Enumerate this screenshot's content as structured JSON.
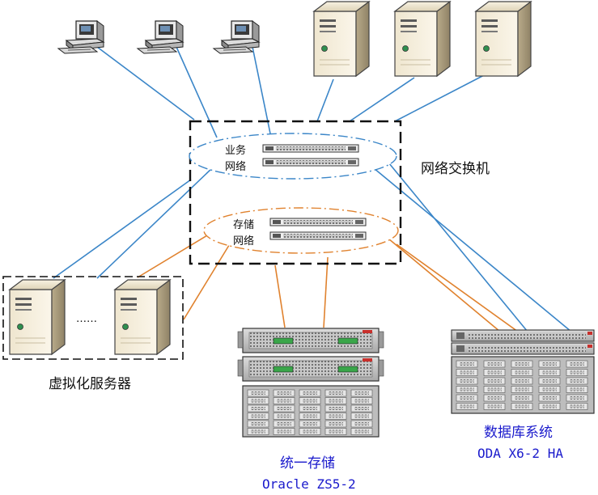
{
  "colors": {
    "business_link": "#3b86c8",
    "storage_link": "#e0822e",
    "label_blue": "#1a1acc",
    "frame": "#111111"
  },
  "switch_group": {
    "label": "网络交换机",
    "business_network": {
      "line1": "业务",
      "line2": "网络"
    },
    "storage_network": {
      "line1": "存储",
      "line2": "网络"
    }
  },
  "clients": {
    "icon": "desktop-computer-icon",
    "count": 3
  },
  "app_servers": {
    "icon": "tower-server-icon",
    "count": 3
  },
  "virtualization": {
    "label": "虚拟化服务器",
    "ellipsis": "……",
    "icon": "tower-server-icon"
  },
  "unified_storage": {
    "name": "统一存储",
    "model": "Oracle ZS5-2"
  },
  "database_system": {
    "name": "数据库系统",
    "model": "ODA X6-2 HA"
  }
}
